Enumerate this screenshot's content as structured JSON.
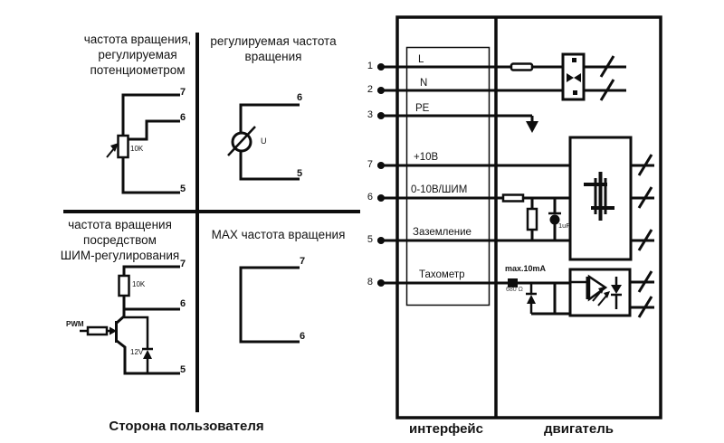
{
  "user_side": {
    "footer": "Сторона пользователя",
    "pot_quadrant": {
      "title1": "частота вращения,",
      "title2": "регулируемая",
      "title3": "потенциометром",
      "terminal_top": "7",
      "terminal_mid": "6",
      "terminal_bottom": "5",
      "resistor_value": "10K"
    },
    "voltage_quadrant": {
      "title1": "регулируемая частота",
      "title2": "вращения",
      "terminal_top": "6",
      "terminal_bottom": "5",
      "source_label": "U"
    },
    "pwm_quadrant": {
      "title1": "частота вращения",
      "title2": "посредством",
      "title3": "ШИМ-регулирования",
      "terminal_top": "7",
      "terminal_mid": "6",
      "terminal_bottom": "5",
      "resistor_value": "10K",
      "input_label": "PWM",
      "zener_value": "12V"
    },
    "max_quadrant": {
      "title": "MAX частота вращения",
      "terminal_top": "7",
      "terminal_bottom": "6"
    }
  },
  "device_side": {
    "terminals": {
      "t1": {
        "num": "1",
        "label": "L"
      },
      "t2": {
        "num": "2",
        "label": "N"
      },
      "t3": {
        "num": "3",
        "label": "PE"
      },
      "t7": {
        "num": "7",
        "label": "+10В"
      },
      "t6": {
        "num": "6",
        "label": "0-10В/ШИМ"
      },
      "t5": {
        "num": "5",
        "label": "Заземление"
      },
      "t8": {
        "num": "8",
        "label": "Тахометр"
      }
    },
    "capacitor_value": "1uF",
    "tachometer_max_current": "max.10mA",
    "tachometer_resistor": "680 Ω",
    "footer_interface": "интерфейс",
    "footer_motor": "двигатель"
  },
  "colors": {
    "ink": "#0d0d0d",
    "background": "#ffffff"
  }
}
